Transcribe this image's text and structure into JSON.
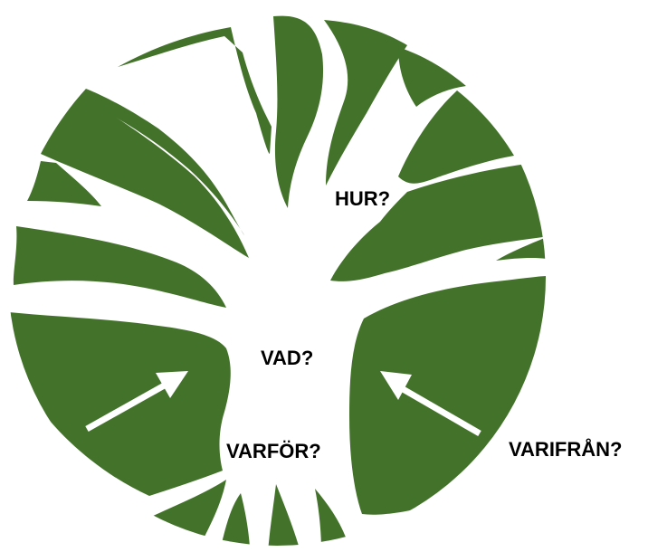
{
  "colors": {
    "leaf": "#43732a",
    "background": "#ffffff",
    "arrow": "#ffffff",
    "text": "#000000"
  },
  "labels": {
    "hur": "HUR?",
    "vad": "VAD?",
    "varfor": "VARFÖR?",
    "varifran": "VARIFRÅN?"
  },
  "arrows": [
    {
      "name": "arrow-left",
      "direction": "up-right"
    },
    {
      "name": "arrow-right",
      "direction": "up-left"
    }
  ]
}
